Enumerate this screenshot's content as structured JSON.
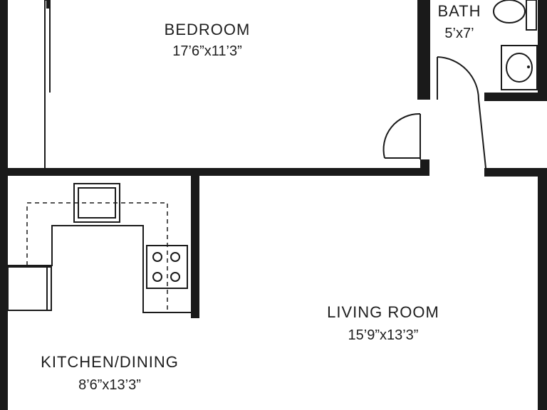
{
  "rooms": {
    "bedroom": {
      "name": "BEDROOM",
      "size": "17’6”x11’3”"
    },
    "bath": {
      "name": "BATH",
      "size": "5’x7’"
    },
    "living": {
      "name": "LIVING ROOM",
      "size": "15’9”x13’3”"
    },
    "kitchen": {
      "name": "KITCHEN/DINING",
      "size": "8’6”x13’3”"
    }
  },
  "colors": {
    "wall": "#1a1a1a",
    "background": "#ffffff",
    "text": "#1e1e1e"
  },
  "icons": [
    "toilet-icon",
    "sink-icon",
    "kitchen-sink-icon",
    "stove-icon",
    "door-swing-icon",
    "closet-door-icon"
  ]
}
